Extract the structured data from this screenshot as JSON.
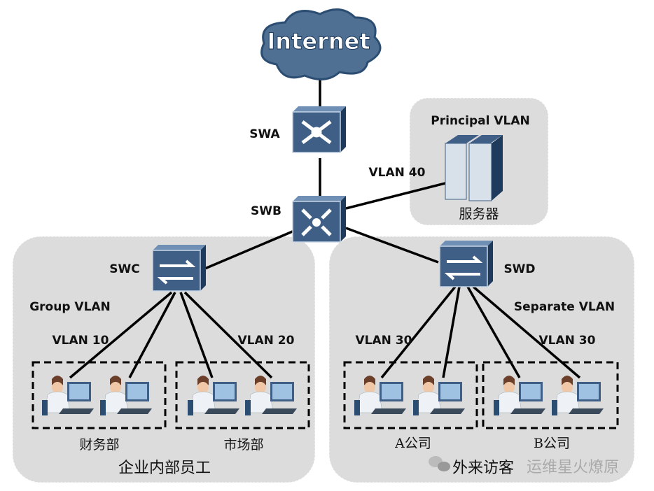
{
  "cloud": {
    "label": "Internet"
  },
  "devices": {
    "swa": "SWA",
    "swb": "SWB",
    "swc": "SWC",
    "swd": "SWD"
  },
  "server_group": {
    "title": "Principal VLAN",
    "label": "服务器",
    "link_vlan": "VLAN 40"
  },
  "internal": {
    "title": "企业内部员工",
    "vlan_type": "Group VLAN",
    "groups": [
      {
        "name": "财务部",
        "vlan": "VLAN 10"
      },
      {
        "name": "市场部",
        "vlan": "VLAN 20"
      }
    ]
  },
  "visitors": {
    "title": "外来访客",
    "vlan_type": "Separate VLAN",
    "groups": [
      {
        "name": "A公司",
        "vlan": "VLAN 30"
      },
      {
        "name": "B公司",
        "vlan": "VLAN 30"
      }
    ]
  },
  "watermark": {
    "text": "运维星火燎原"
  },
  "colors": {
    "device": "#3f5f86",
    "region": "#dcdcdc",
    "cloud": "#4f6f93"
  }
}
